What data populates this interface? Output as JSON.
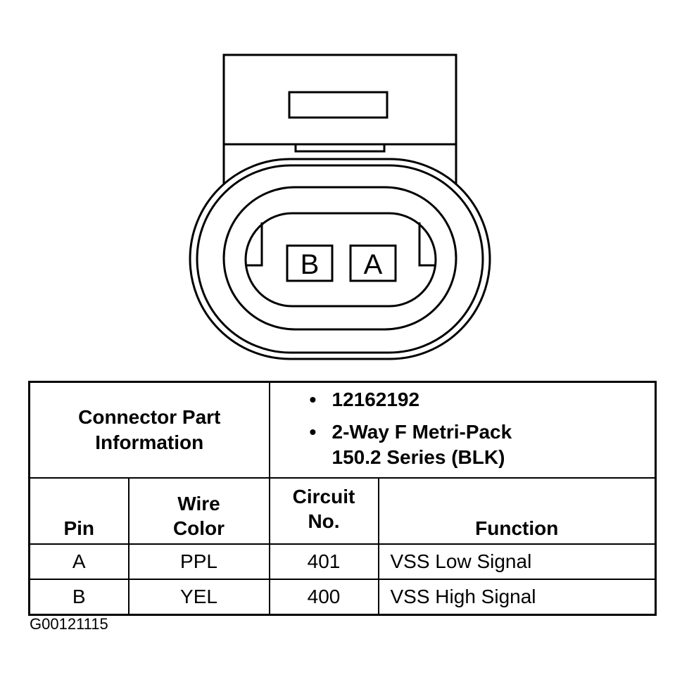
{
  "connector": {
    "pins": [
      {
        "label": "B"
      },
      {
        "label": "A"
      }
    ]
  },
  "table": {
    "part_info_label": [
      "Connector Part",
      "Information"
    ],
    "part_info_items": [
      {
        "lines": [
          "12162192"
        ]
      },
      {
        "lines": [
          "2-Way F Metri-Pack",
          "150.2 Series (BLK)"
        ]
      }
    ],
    "headers": {
      "pin": "Pin",
      "wire_color": [
        "Wire",
        "Color"
      ],
      "circuit_no": [
        "Circuit",
        "No."
      ],
      "function": "Function"
    },
    "rows": [
      {
        "pin": "A",
        "wire_color": "PPL",
        "circuit_no": "401",
        "function": "VSS Low Signal"
      },
      {
        "pin": "B",
        "wire_color": "YEL",
        "circuit_no": "400",
        "function": "VSS High Signal"
      }
    ]
  },
  "figure_code": "G00121115"
}
